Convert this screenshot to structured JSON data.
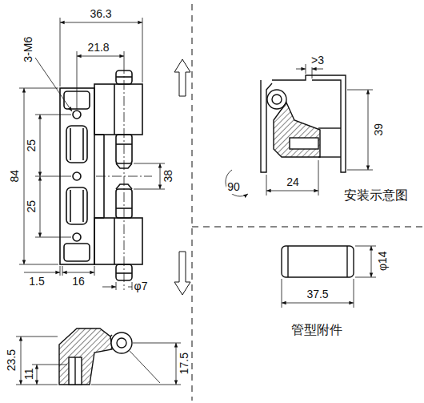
{
  "diagram": {
    "labels": [
      "36.3",
      "21.8",
      "3-M6",
      "25",
      "25",
      "84",
      "38",
      ">3",
      "39",
      "90",
      "24",
      "安装示意图",
      "1.5",
      "16",
      "φ7",
      "φ14",
      "37.5",
      "管型附件",
      "23.5",
      "11",
      "17.5"
    ]
  }
}
